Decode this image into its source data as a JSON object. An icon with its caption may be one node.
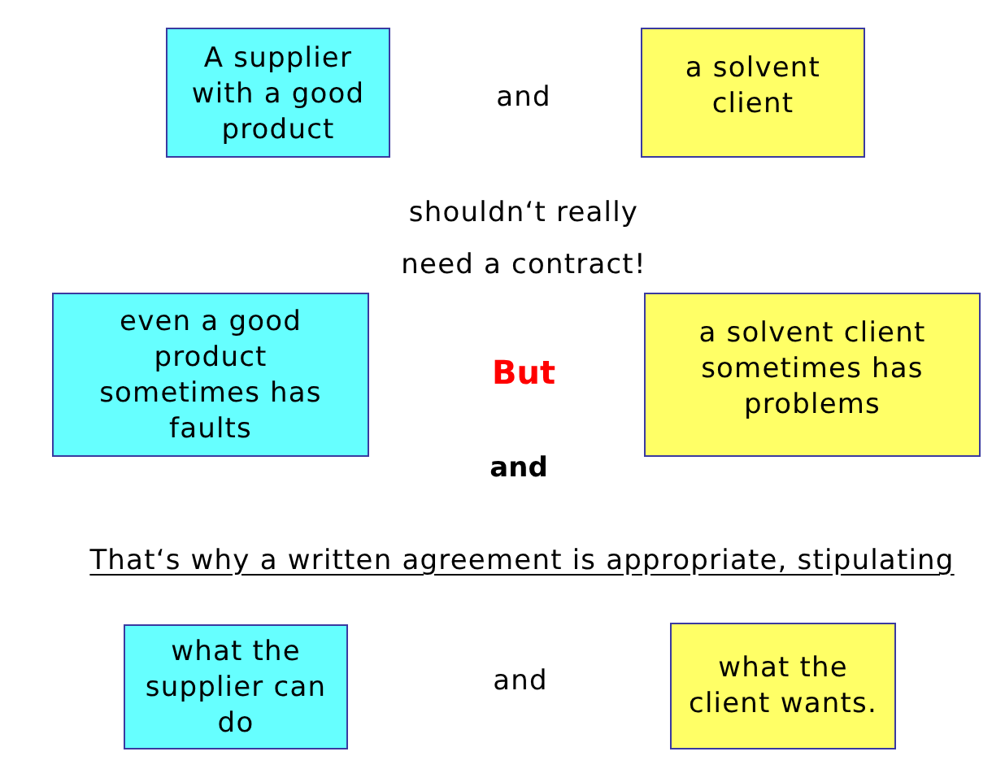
{
  "diagram": {
    "nodes": [
      {
        "text": [
          "A supplier with a good product"
        ]
      },
      {
        "text": [
          "a solvent client"
        ]
      },
      {
        "text": [
          "even a good product sometimes has faults"
        ]
      },
      {
        "text": [
          "a solvent client sometimes has problems"
        ]
      },
      {
        "text": [
          "what the supplier can do"
        ]
      },
      {
        "text": [
          "what the client wants."
        ]
      }
    ],
    "labels": [
      "and",
      "shouldn‘t really",
      "need a contract!",
      "But",
      "and",
      "That‘s why a written agreement is appropriate, stipulating",
      "and"
    ]
  }
}
